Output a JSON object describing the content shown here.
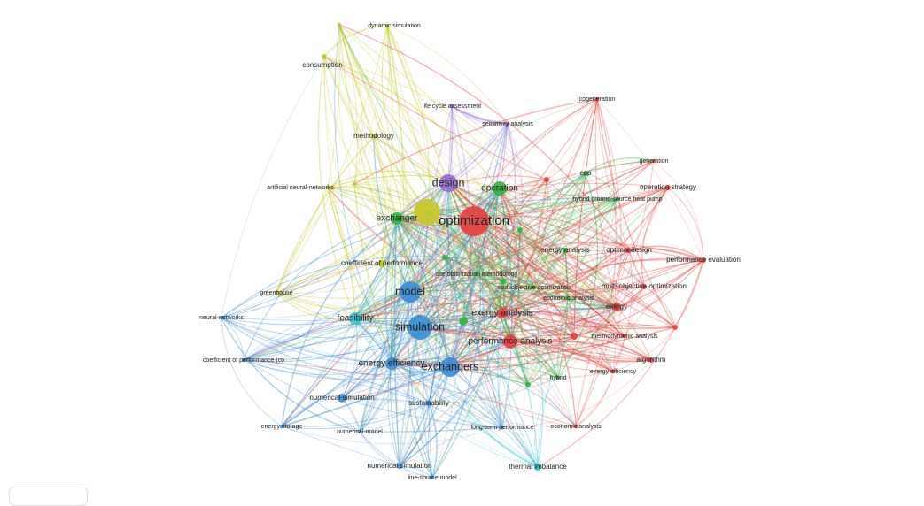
{
  "clusters": {
    "red": "#e5413f",
    "green": "#35b340",
    "blue": "#3b8ed6",
    "yellow": "#c8c62a",
    "purple": "#9a6dd3",
    "cyan": "#35c4d6"
  },
  "nodes": [
    {
      "label": "",
      "cluster": "yellow",
      "weight": 2
    },
    {
      "label": "dynamic simulation",
      "cluster": "yellow",
      "weight": 2
    },
    {
      "label": "consumption",
      "cluster": "yellow",
      "weight": 3
    },
    {
      "label": "life cycle assessment",
      "cluster": "purple",
      "weight": 2
    },
    {
      "label": "sensitivity analysis",
      "cluster": "purple",
      "weight": 2
    },
    {
      "label": "methodology",
      "cluster": "yellow",
      "weight": 3
    },
    {
      "label": "artificial neural-networks",
      "cluster": "yellow",
      "weight": 2
    },
    {
      "label": "",
      "cluster": "yellow",
      "weight": 2
    },
    {
      "label": "design",
      "cluster": "purple",
      "weight": 10
    },
    {
      "label": "operation",
      "cluster": "green",
      "weight": 8
    },
    {
      "label": "exchanger",
      "cluster": "green",
      "weight": 7
    },
    {
      "label": "",
      "cluster": "yellow",
      "weight": 15
    },
    {
      "label": "optimization",
      "cluster": "red",
      "weight": 17
    },
    {
      "label": "cogeneration",
      "cluster": "red",
      "weight": 2
    },
    {
      "label": "generation",
      "cluster": "red",
      "weight": 2
    },
    {
      "label": "cop",
      "cluster": "green",
      "weight": 3
    },
    {
      "label": "operation strategy",
      "cluster": "red",
      "weight": 3
    },
    {
      "label": "",
      "cluster": "red",
      "weight": 3
    },
    {
      "label": "hybrid ground-source heat pump",
      "cluster": "green",
      "weight": 1
    },
    {
      "label": "",
      "cluster": "green",
      "weight": 3
    },
    {
      "label": "energy analysis",
      "cluster": "green",
      "weight": 3
    },
    {
      "label": "optimal design",
      "cluster": "red",
      "weight": 3
    },
    {
      "label": "performance evaluation",
      "cluster": "red",
      "weight": 3
    },
    {
      "label": "coefficient of performance",
      "cluster": "yellow",
      "weight": 4
    },
    {
      "label": "site optimization methodology",
      "cluster": "green",
      "weight": 1
    },
    {
      "label": "",
      "cluster": "green",
      "weight": 3
    },
    {
      "label": "multiobjective optimization",
      "cluster": "green",
      "weight": 2
    },
    {
      "label": "",
      "cluster": "green",
      "weight": 3
    },
    {
      "label": "economic analysis",
      "cluster": "green",
      "weight": 2
    },
    {
      "label": "multi-objective optimization",
      "cluster": "red",
      "weight": 3
    },
    {
      "label": "greenhouse",
      "cluster": "yellow",
      "weight": 2
    },
    {
      "label": "model",
      "cluster": "blue",
      "weight": 12
    },
    {
      "label": "exergy",
      "cluster": "red",
      "weight": 5
    },
    {
      "label": "exergy analysis",
      "cluster": "red",
      "weight": 6
    },
    {
      "label": "neural-networks",
      "cluster": "blue",
      "weight": 2
    },
    {
      "label": "feasibility",
      "cluster": "cyan",
      "weight": 7
    },
    {
      "label": "simulation",
      "cluster": "blue",
      "weight": 14
    },
    {
      "label": "",
      "cluster": "green",
      "weight": 5
    },
    {
      "label": "performance analysis",
      "cluster": "red",
      "weight": 8
    },
    {
      "label": "",
      "cluster": "red",
      "weight": 4
    },
    {
      "label": "thermodynamic analysis",
      "cluster": "red",
      "weight": 2
    },
    {
      "label": "",
      "cluster": "red",
      "weight": 3
    },
    {
      "label": "algorithm",
      "cluster": "red",
      "weight": 3
    },
    {
      "label": "coefficient of performance (co",
      "cluster": "blue",
      "weight": 2
    },
    {
      "label": "energy efficiency",
      "cluster": "blue",
      "weight": 7
    },
    {
      "label": "exchangers",
      "cluster": "blue",
      "weight": 11
    },
    {
      "label": "exergy efficiency",
      "cluster": "red",
      "weight": 2
    },
    {
      "label": "hybrid",
      "cluster": "green",
      "weight": 2
    },
    {
      "label": "",
      "cluster": "green",
      "weight": 3
    },
    {
      "label": "numerical-simulation",
      "cluster": "blue",
      "weight": 5
    },
    {
      "label": "sustainability",
      "cluster": "blue",
      "weight": 3
    },
    {
      "label": "long-term performance",
      "cluster": "blue",
      "weight": 2
    },
    {
      "label": "economic analysis",
      "cluster": "red",
      "weight": 2
    },
    {
      "label": "energy storage",
      "cluster": "blue",
      "weight": 2
    },
    {
      "label": "numerical-model",
      "cluster": "blue",
      "weight": 2
    },
    {
      "label": "numerical simulation",
      "cluster": "blue",
      "weight": 3
    },
    {
      "label": "thermal imbalance",
      "cluster": "cyan",
      "weight": 4
    },
    {
      "label": "line-source model",
      "cluster": "blue",
      "weight": 2
    }
  ]
}
